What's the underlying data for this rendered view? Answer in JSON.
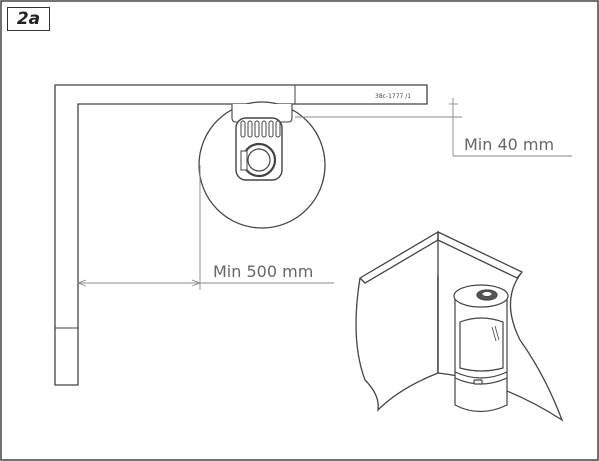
{
  "figure_label": "2a",
  "reference_code": "38c-1777 /1",
  "dimensions": {
    "wall_clearance": "Min 40 mm",
    "side_clearance": "Min 500 mm"
  },
  "colors": {
    "line": "#444444",
    "dimension": "#888888"
  }
}
